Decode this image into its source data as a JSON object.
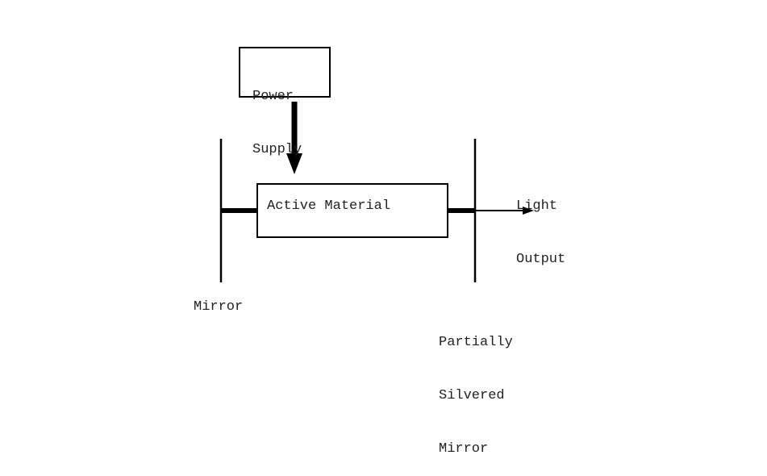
{
  "power_supply": {
    "line1": "Power",
    "line2": "Supply"
  },
  "active_material": {
    "label": "Active Material"
  },
  "light_output": {
    "line1": "Light",
    "line2": "Output"
  },
  "mirror": {
    "label": "Mirror"
  },
  "partial_mirror": {
    "line1": "Partially",
    "line2": "Silvered",
    "line3": "Mirror"
  },
  "colors": {
    "stroke": "#000000",
    "text": "#222222",
    "background": "#ffffff"
  }
}
